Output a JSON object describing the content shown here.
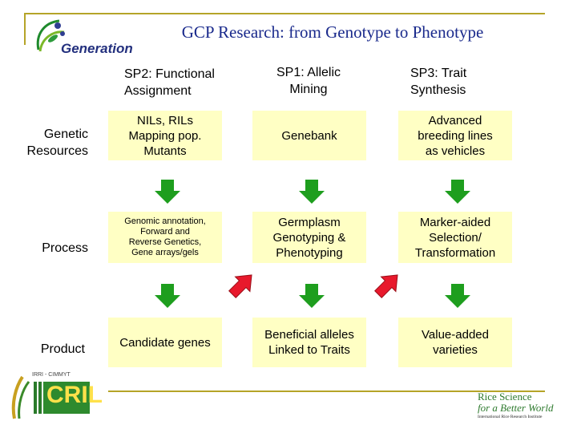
{
  "slide": {
    "title": "GCP Research: from Genotype to Phenotype",
    "logo_text": "Generation",
    "bottom_left_logo_text": "CRIL",
    "bottom_left_logo_top": "IRRI - CIMMYT",
    "bottom_right_logo_line1": "Rice Science",
    "bottom_right_logo_line2": "for a Better World",
    "bottom_right_logo_line3": "International Rice Research Institute"
  },
  "columns": {
    "sp2": {
      "line1": "SP2: Functional",
      "line2": "Assignment"
    },
    "sp1": {
      "line1": "SP1: Allelic",
      "line2": "Mining"
    },
    "sp3": {
      "line1": "SP3: Trait",
      "line2": "Synthesis"
    }
  },
  "rows": {
    "genetic": {
      "line1": "Genetic",
      "line2": "Resources"
    },
    "process": {
      "label": "Process"
    },
    "product": {
      "label": "Product"
    }
  },
  "cells": {
    "r1c1": [
      "NILs, RILs",
      "Mapping pop.",
      "Mutants"
    ],
    "r1c2": [
      "Genebank"
    ],
    "r1c3": [
      "Advanced",
      "breeding lines",
      "as vehicles"
    ],
    "r2c1": [
      "Genomic annotation,",
      "Forward and",
      "Reverse Genetics,",
      "Gene arrays/gels"
    ],
    "r2c2": [
      "Germplasm",
      "Genotyping &",
      "Phenotyping"
    ],
    "r2c3": [
      "Marker-aided",
      "Selection/",
      "Transformation"
    ],
    "r3c1": [
      "Candidate genes"
    ],
    "r3c2": [
      "Beneficial alleles",
      "Linked to Traits"
    ],
    "r3c3": [
      "Value-added",
      "varieties"
    ]
  },
  "colors": {
    "title": "#1a2a8c",
    "rule": "#b5a428",
    "cell_fill": "#ffffc4",
    "down_arrow": "#1e9e1e",
    "diag_arrow": "#e8192c"
  }
}
